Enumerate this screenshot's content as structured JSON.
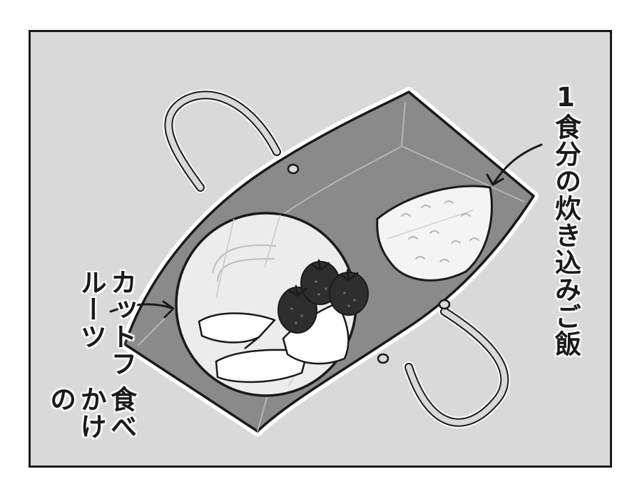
{
  "panel": {
    "captions": {
      "rice": "1食分の炊き込みご飯",
      "fruit_line1": "食べかけの",
      "fruit_line2": "カットフルーツ"
    },
    "colors": {
      "background": "#d9d9d9",
      "bag": "#8a8a8a",
      "outline": "#1a1a1a",
      "highlight": "#ffffff"
    }
  }
}
